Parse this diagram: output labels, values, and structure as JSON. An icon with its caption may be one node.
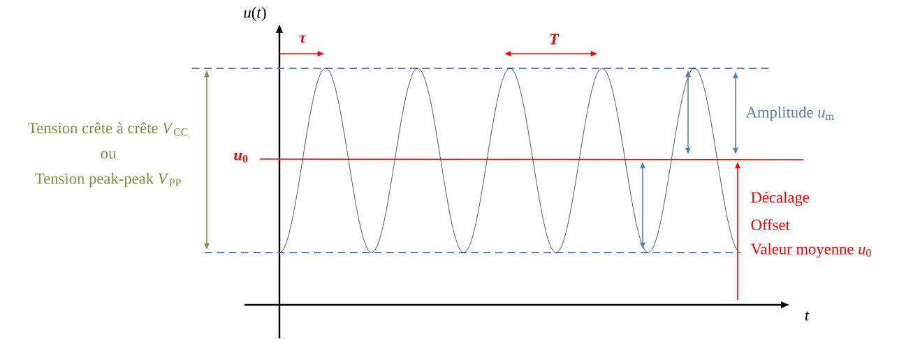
{
  "diagram": {
    "labels": [
      "*u*(*t*)",
      "τ",
      "T",
      "Tension crête à crête *V*$_{CC}$",
      "ou",
      "Tension peak-peak *V*$_{PP}$",
      "*u*$_{0}$",
      "Amplitude *u*$_{m}$",
      "Décalage",
      "Offset",
      "Valeur moyenne *u*$_{0}$",
      "t"
    ]
  }
}
